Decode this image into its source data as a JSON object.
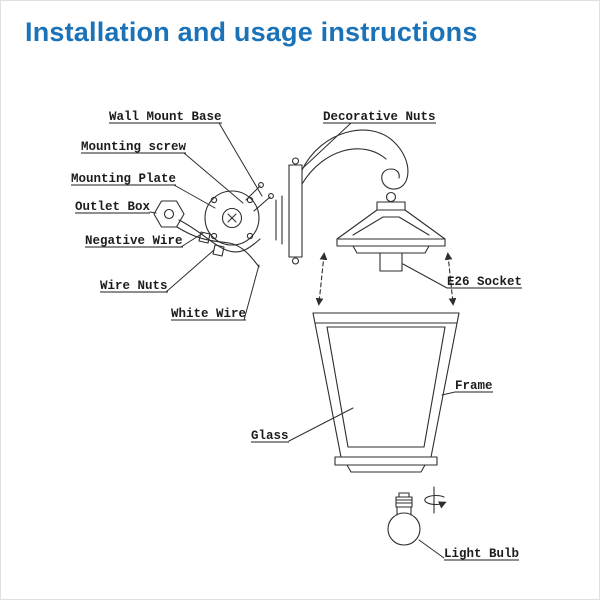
{
  "title": "Installation and usage instructions",
  "colors": {
    "title_blue": "#1a72b8",
    "line": "#2e2e2e",
    "label_text": "#1c1c1c",
    "background": "#ffffff"
  },
  "diagram": {
    "type": "parts-installation-diagram",
    "subject": "Outdoor wall-mount lantern light fixture with exploded mounting hardware and light bulb"
  },
  "labels": {
    "wall_mount_base": "Wall Mount Base",
    "mounting_screw": "Mounting screw",
    "mounting_plate": "Mounting Plate",
    "outlet_box": "Outlet Box",
    "negative_wire": "Negative Wire",
    "wire_nuts": "Wire Nuts",
    "white_wire": "White Wire",
    "decorative_nuts": "Decorative Nuts",
    "e26_socket": "E26 Socket",
    "frame": "Frame",
    "glass": "Glass",
    "light_bulb": "Light Bulb"
  }
}
